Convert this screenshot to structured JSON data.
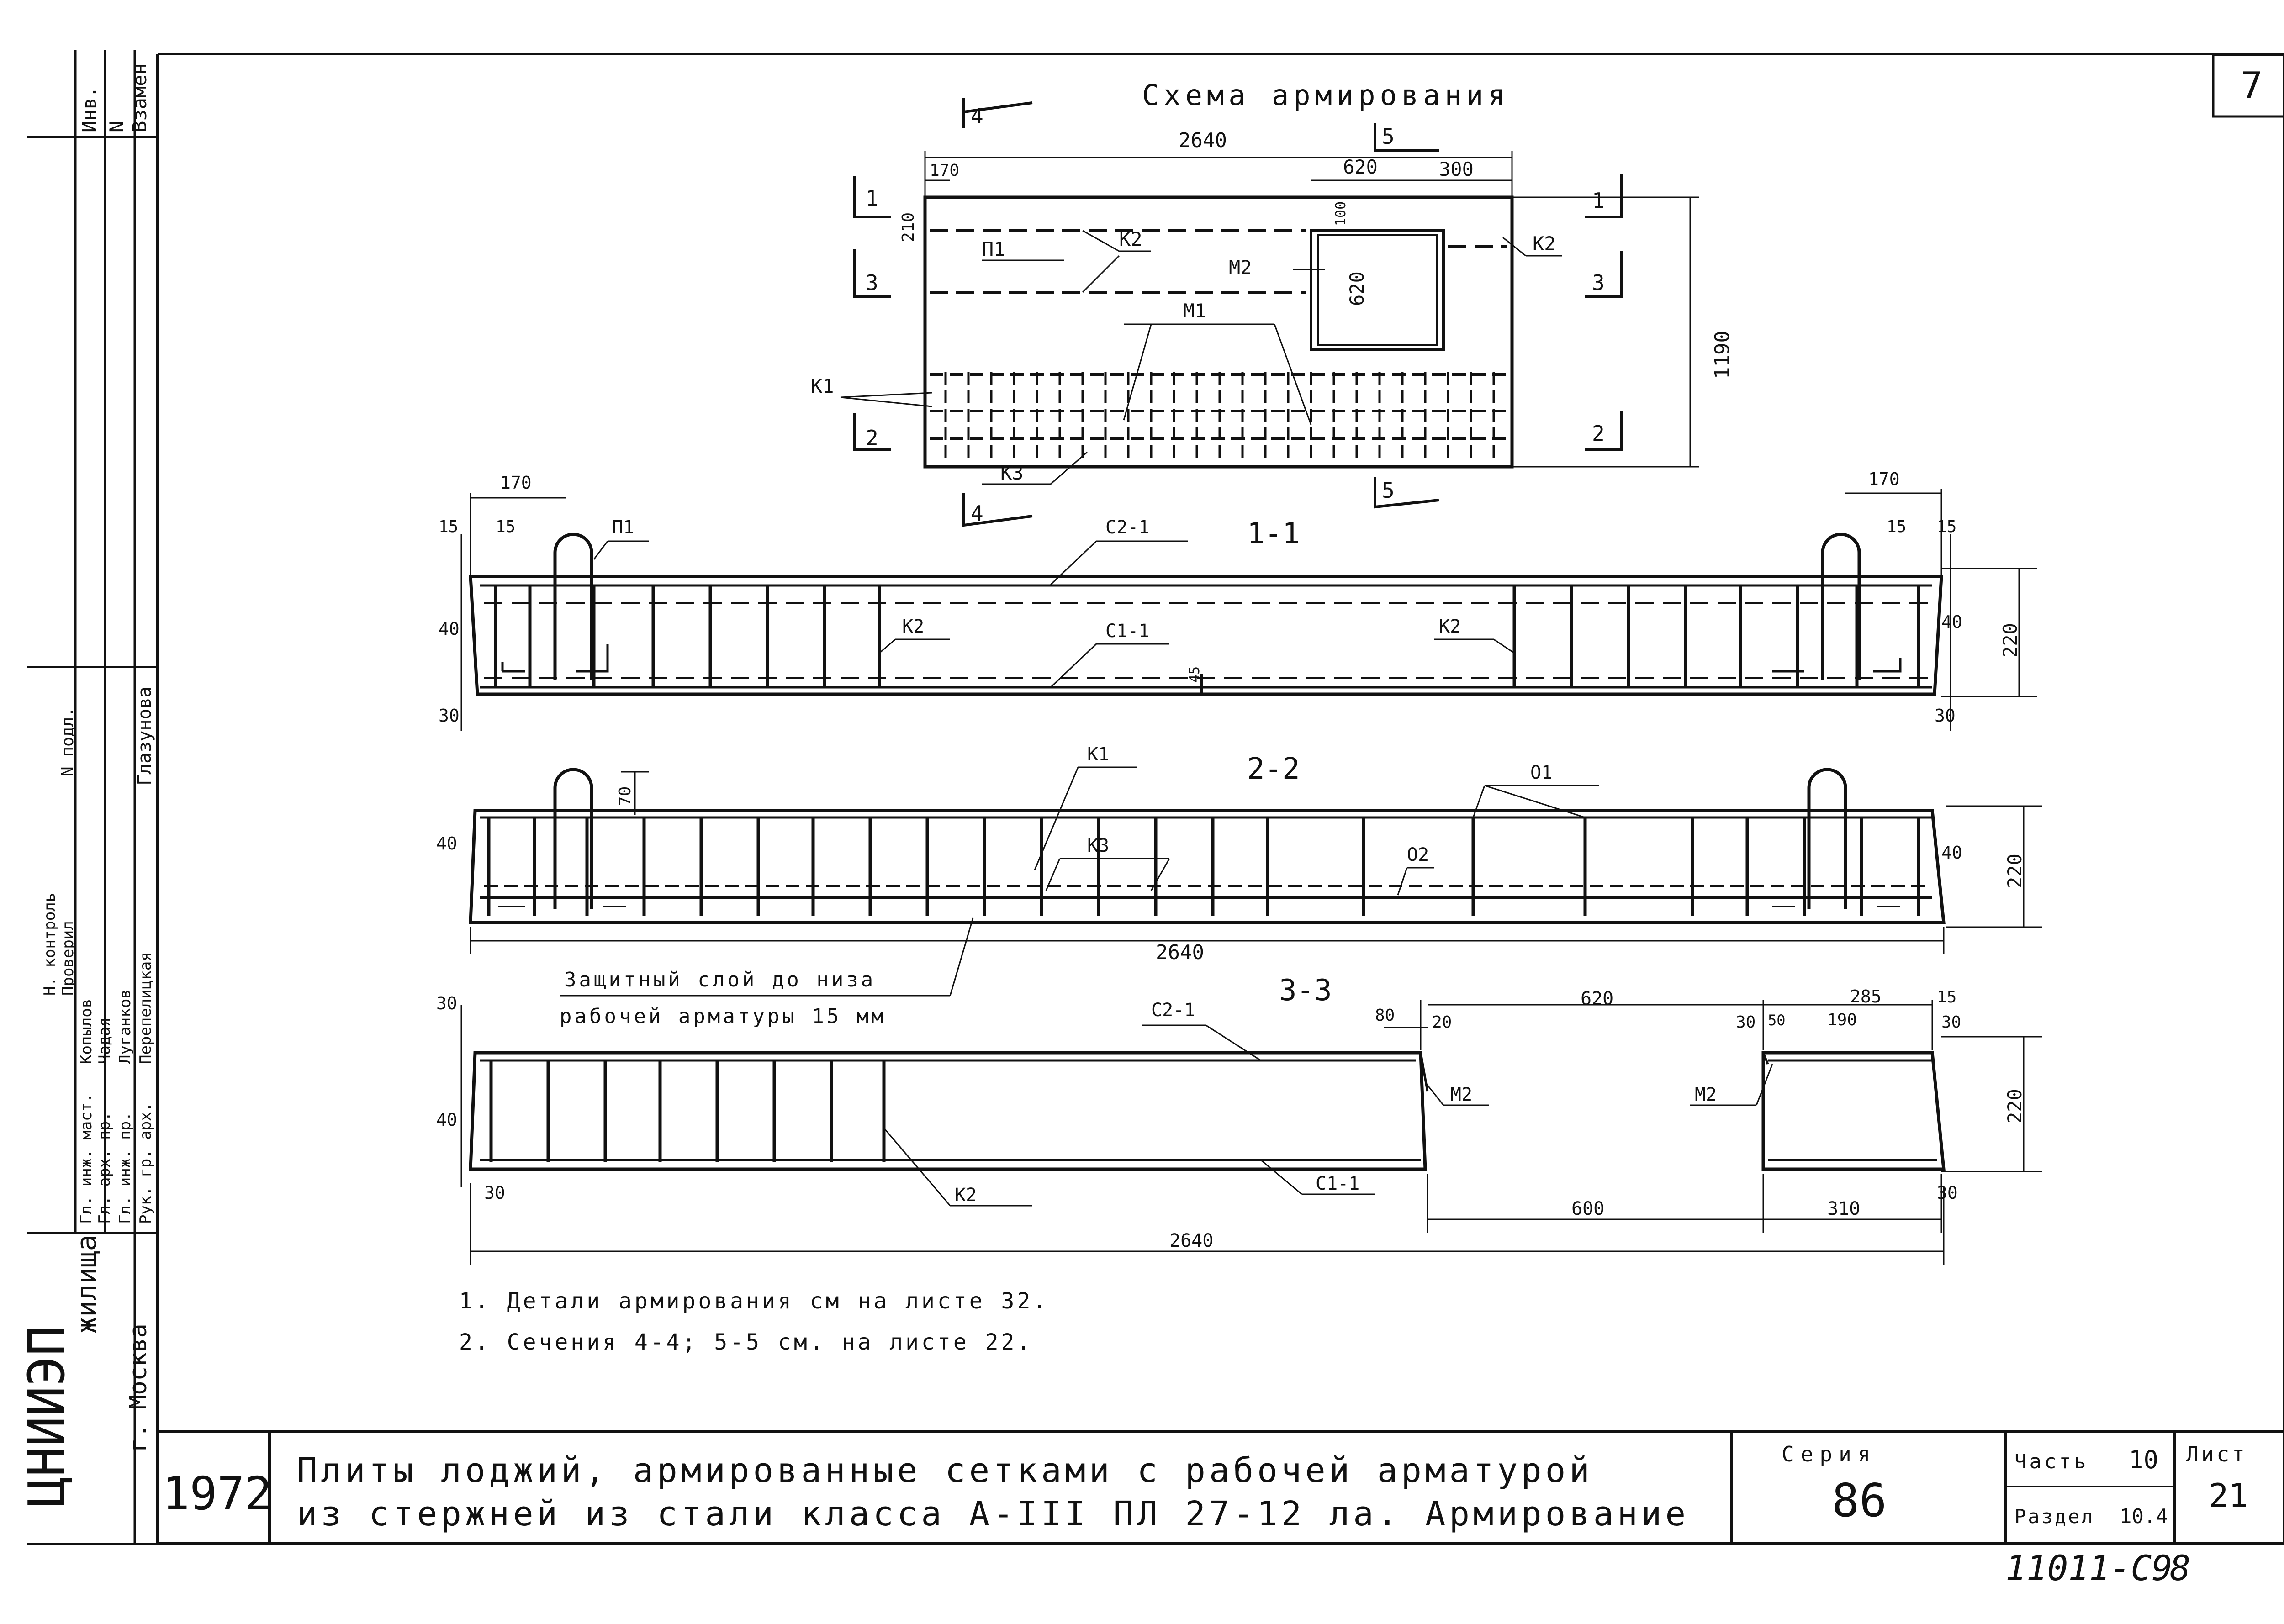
{
  "sheet": {
    "sheet_number_box": "7",
    "scheme_title": "Схема армирования",
    "title_block": {
      "year": "1972",
      "title_line1": "Плиты лоджий, армированные сетками с рабочей арматурой",
      "title_line2": "из стержней из стали класса А-III ПЛ 27-12 лa. Армирование",
      "seria_label": "Серия",
      "seria_value": "86",
      "chast_label": "Часть",
      "chast_value": "10",
      "razdel_label": "Раздел",
      "razdel_value": "10.4",
      "list_label": "Лист",
      "list_value": "21",
      "inventory": "11011-С9",
      "inventory_extra": "8"
    },
    "left_stamp": {
      "org": "ЦНИИЭП",
      "org2": "жилища",
      "city": "г. Москва",
      "rows": [
        "Рук. гр. арх.",
        "Гл. инж. пр.",
        "Гл. арх. пр.",
        "Гл. инж. маст.",
        "Проверил",
        "Н. контроль"
      ],
      "names": [
        "Перепелицкая",
        "Луганков",
        "Чадая",
        "Копылов",
        "Глазунова"
      ],
      "corner": [
        "Инв.",
        "N",
        "Взамен"
      ],
      "note_top": "N подл."
    },
    "plan": {
      "dims": {
        "overall_length": "2640",
        "left_offset": "170",
        "opening_width": "620",
        "right_offset": "300",
        "top_offset": "210",
        "overall_width": "1190",
        "opening_height": "620",
        "small": "100"
      },
      "labels": {
        "p1": "П1",
        "k1": "К1",
        "k2_left": "К2",
        "k2_right": "К2",
        "k3": "К3",
        "m1": "М1",
        "m2": "М2"
      },
      "section_marks": {
        "s1": "1",
        "s2": "2",
        "s3": "3",
        "s4": "4",
        "s5": "5"
      }
    },
    "section_1_1": {
      "title": "1-1",
      "labels": {
        "p1": "П1",
        "c21": "С2-1",
        "c11": "С1-1",
        "k2a": "К2",
        "k2b": "К2"
      },
      "dims": {
        "left170": "170",
        "right170": "170",
        "d15a": "15",
        "d15b": "15",
        "d15c": "15",
        "d15d": "15",
        "d40l": "40",
        "d40r": "40",
        "d30l": "30",
        "d30r": "30",
        "h220": "220",
        "d45": "45"
      }
    },
    "section_2_2": {
      "title": "2-2",
      "labels": {
        "k1": "К1",
        "k3": "К3",
        "o1": "О1",
        "o2": "О2"
      },
      "dims": {
        "d70": "70",
        "d40l": "40",
        "d40r": "40",
        "h220": "220",
        "length": "2640"
      }
    },
    "protective_note_line1": "Защитный слой до низа",
    "protective_note_line2": "рабочей арматуры 15 мм",
    "section_3_3": {
      "title": "3-3",
      "labels": {
        "c21": "С2-1",
        "c11": "С1-1",
        "k2": "К2",
        "m2a": "М2",
        "m2b": "М2"
      },
      "dims": {
        "d30tl": "30",
        "d40l": "40",
        "d30bl": "30",
        "d80": "80",
        "d20": "20",
        "d620": "620",
        "d30a": "30",
        "d50": "50",
        "d190": "190",
        "d285": "285",
        "d15": "15",
        "d30tr": "30",
        "h220": "220",
        "d600": "600",
        "d310": "310",
        "d30br": "30",
        "length": "2640"
      }
    },
    "notes": [
      "1. Детали армирования см на листе 32.",
      "2. Сечения 4-4; 5-5 см. на листе 22."
    ]
  }
}
